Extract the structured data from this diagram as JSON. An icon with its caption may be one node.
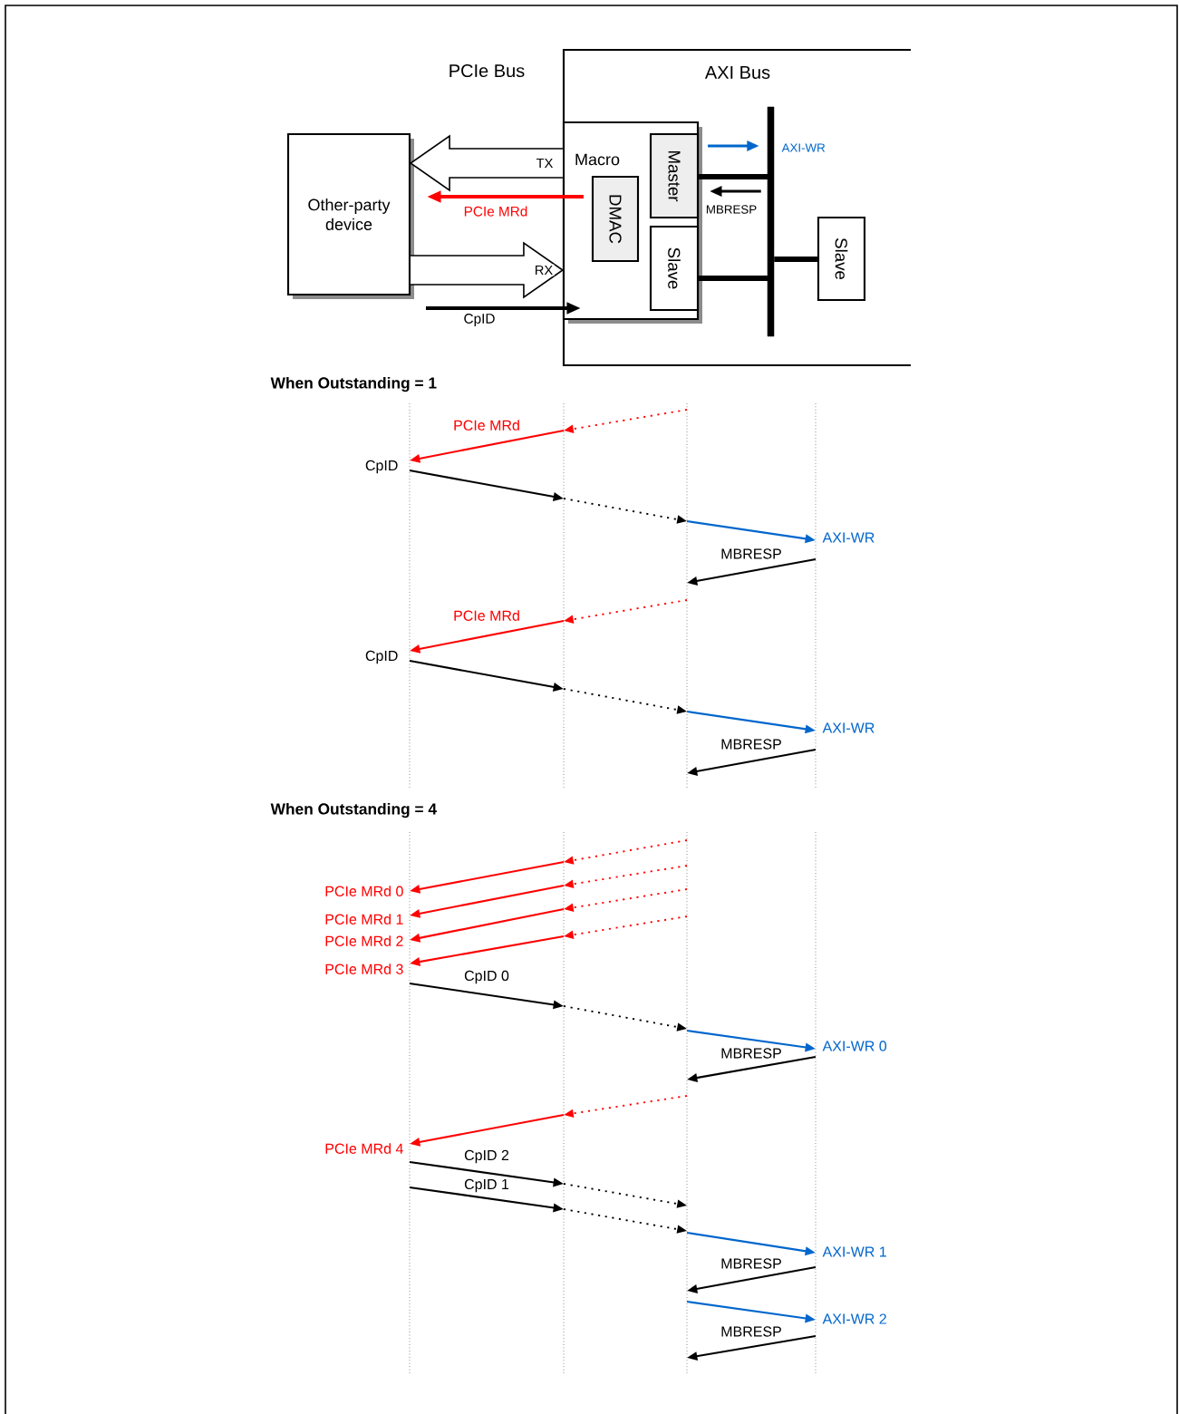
{
  "diagram": {
    "nodes": [
      {
        "text": [
          "Other-party device"
        ]
      },
      {
        "text": [
          "AXI Bus"
        ]
      },
      {
        "text": [
          "Macro"
        ],
        "in": 1
      },
      {
        "text": [
          "DMAC"
        ],
        "in": 2
      },
      {
        "text": [
          "Master"
        ],
        "in": 2
      },
      {
        "text": [
          "Slave"
        ],
        "in": 2
      },
      {
        "text": [
          "Slave"
        ],
        "in": 1
      },
      {
        "text": [],
        "shape": "bar",
        "in": 1
      },
      {
        "text": [],
        "shape": "line"
      },
      {
        "text": [],
        "shape": "line"
      },
      {
        "text": [],
        "shape": "line"
      },
      {
        "text": [],
        "shape": "line"
      },
      {
        "text": [],
        "shape": "line"
      },
      {
        "text": [],
        "shape": "line"
      },
      {
        "text": [],
        "shape": "line"
      },
      {
        "text": [],
        "shape": "line"
      }
    ],
    "edges": [
      {
        "from": 2,
        "to": 0,
        "arrow": "to",
        "label": "TX",
        "style": "thick"
      },
      {
        "from": 0,
        "to": 2,
        "arrow": "to",
        "label": "RX",
        "style": "thick"
      },
      {
        "from": 3,
        "to": 0,
        "arrow": "to",
        "label": "PCIe MRd",
        "color": "#ff0000"
      },
      {
        "from": null,
        "to": 2,
        "arrow": "to",
        "label": "CpID"
      },
      {
        "from": 4,
        "to": 7,
        "arrow": "none",
        "style": "thick"
      },
      {
        "from": 5,
        "to": 7,
        "arrow": "none",
        "style": "thick"
      },
      {
        "from": 7,
        "to": 6,
        "arrow": "none",
        "style": "thick"
      },
      {
        "from": 4,
        "to": 7,
        "arrow": "to",
        "label": "AXI-WR",
        "color": "#0066cc"
      },
      {
        "from": 7,
        "to": 4,
        "arrow": "to",
        "label": "MBRESP"
      },
      {
        "from": 10,
        "to": 9,
        "arrow": "to",
        "style": "dashed",
        "color": "#ff0000"
      },
      {
        "from": 9,
        "to": 8,
        "arrow": "to",
        "label": "PCIe MRd",
        "color": "#ff0000"
      },
      {
        "from": 8,
        "to": 9,
        "arrow": "to",
        "label": "CpID"
      },
      {
        "from": 9,
        "to": 10,
        "arrow": "to",
        "style": "dashed"
      },
      {
        "from": 10,
        "to": 11,
        "arrow": "to",
        "label": "AXI-WR",
        "color": "#0066cc"
      },
      {
        "from": 11,
        "to": 10,
        "arrow": "to",
        "label": "MBRESP"
      },
      {
        "from": 10,
        "to": 9,
        "arrow": "to",
        "style": "dashed",
        "color": "#ff0000"
      },
      {
        "from": 9,
        "to": 8,
        "arrow": "to",
        "label": "PCIe MRd",
        "color": "#ff0000"
      },
      {
        "from": 8,
        "to": 9,
        "arrow": "to",
        "label": "CpID"
      },
      {
        "from": 9,
        "to": 10,
        "arrow": "to",
        "style": "dashed"
      },
      {
        "from": 10,
        "to": 11,
        "arrow": "to",
        "label": "AXI-WR",
        "color": "#0066cc"
      },
      {
        "from": 11,
        "to": 10,
        "arrow": "to",
        "label": "MBRESP"
      },
      {
        "from": 14,
        "to": 13,
        "arrow": "to",
        "style": "dashed",
        "color": "#ff0000"
      },
      {
        "from": 13,
        "to": 12,
        "arrow": "to",
        "label": "PCIe MRd 0",
        "color": "#ff0000"
      },
      {
        "from": 14,
        "to": 13,
        "arrow": "to",
        "style": "dashed",
        "color": "#ff0000"
      },
      {
        "from": 13,
        "to": 12,
        "arrow": "to",
        "label": "PCIe MRd 1",
        "color": "#ff0000"
      },
      {
        "from": 14,
        "to": 13,
        "arrow": "to",
        "style": "dashed",
        "color": "#ff0000"
      },
      {
        "from": 13,
        "to": 12,
        "arrow": "to",
        "label": "PCIe MRd 2",
        "color": "#ff0000"
      },
      {
        "from": 14,
        "to": 13,
        "arrow": "to",
        "style": "dashed",
        "color": "#ff0000"
      },
      {
        "from": 13,
        "to": 12,
        "arrow": "to",
        "label": "PCIe MRd 3",
        "color": "#ff0000"
      },
      {
        "from": 12,
        "to": 13,
        "arrow": "to",
        "label": "CpID 0"
      },
      {
        "from": 13,
        "to": 14,
        "arrow": "to",
        "style": "dashed"
      },
      {
        "from": 14,
        "to": 15,
        "arrow": "to",
        "label": "AXI-WR 0",
        "color": "#0066cc"
      },
      {
        "from": 15,
        "to": 14,
        "arrow": "to",
        "label": "MBRESP"
      },
      {
        "from": 14,
        "to": 13,
        "arrow": "to",
        "style": "dashed",
        "color": "#ff0000"
      },
      {
        "from": 13,
        "to": 12,
        "arrow": "to",
        "label": "PCIe MRd 4",
        "color": "#ff0000"
      },
      {
        "from": 12,
        "to": 13,
        "arrow": "to",
        "label": "CpID 2"
      },
      {
        "from": 13,
        "to": 14,
        "arrow": "to",
        "style": "dashed"
      },
      {
        "from": 12,
        "to": 13,
        "arrow": "to",
        "label": "CpID 1"
      },
      {
        "from": 13,
        "to": 14,
        "arrow": "to",
        "style": "dashed"
      },
      {
        "from": 14,
        "to": 15,
        "arrow": "to",
        "label": "AXI-WR 1",
        "color": "#0066cc"
      },
      {
        "from": 15,
        "to": 14,
        "arrow": "to",
        "label": "MBRESP"
      },
      {
        "from": 14,
        "to": 15,
        "arrow": "to",
        "label": "AXI-WR 2",
        "color": "#0066cc"
      },
      {
        "from": 15,
        "to": 14,
        "arrow": "to",
        "label": "MBRESP"
      }
    ],
    "labels": [
      "PCIe Bus",
      "When Outstanding = 1",
      "When Outstanding = 4"
    ]
  }
}
